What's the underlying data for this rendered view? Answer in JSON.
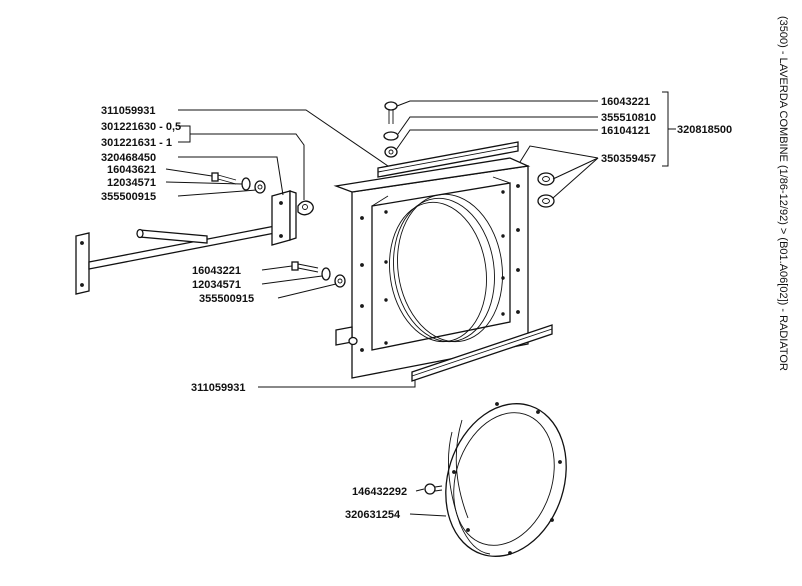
{
  "side_title": "(3500) - LAVERDA COMBINE (1/86-12/92) > (B01.A06[02]) - RADIATOR",
  "labels": {
    "p311059931_top": "311059931",
    "p301221630": "301221630 - 0,5",
    "p301221631": "301221631 - 1",
    "p320468450": "320468450",
    "p16043621": "16043621",
    "p12034571_a": "12034571",
    "p355500915_a": "355500915",
    "p16043221_a": "16043221",
    "p12034571_b": "12034571",
    "p355500915_b": "355500915",
    "p311059931_bot": "311059931",
    "p16043221_r": "16043221",
    "p355510810": "355510810",
    "p16104121": "16104121",
    "p320818500": "320818500",
    "p350359457": "350359457",
    "p146432292": "146432292",
    "p320631254": "320631254"
  }
}
